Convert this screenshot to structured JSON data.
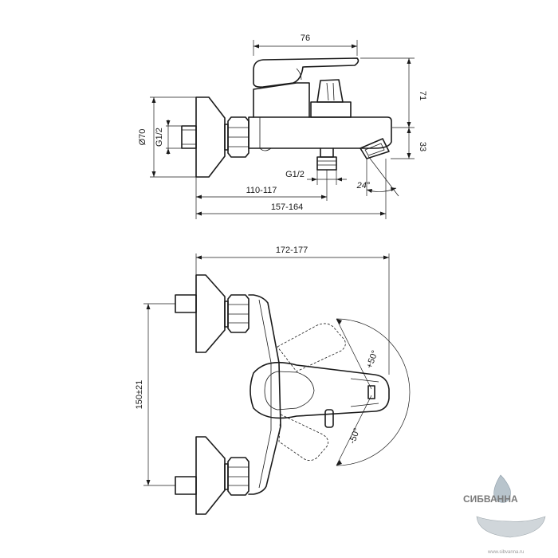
{
  "dimensions": {
    "top_width": "76",
    "height_upper": "71",
    "height_lower": "33",
    "diameter": "Ø70",
    "thread_left": "G1/2",
    "thread_bottom": "G1/2",
    "angle_spout": "24°",
    "depth_inner": "110-117",
    "depth_outer": "157-164",
    "plan_width": "172-177",
    "centers": "150±21",
    "angle_plus": "+50°",
    "angle_minus": "-50°"
  },
  "watermark": {
    "brand": "СИБВАННА",
    "url": "www.sibvanna.ru"
  },
  "colors": {
    "line": "#1a1a1a",
    "watermark": "#7a7a7a"
  }
}
